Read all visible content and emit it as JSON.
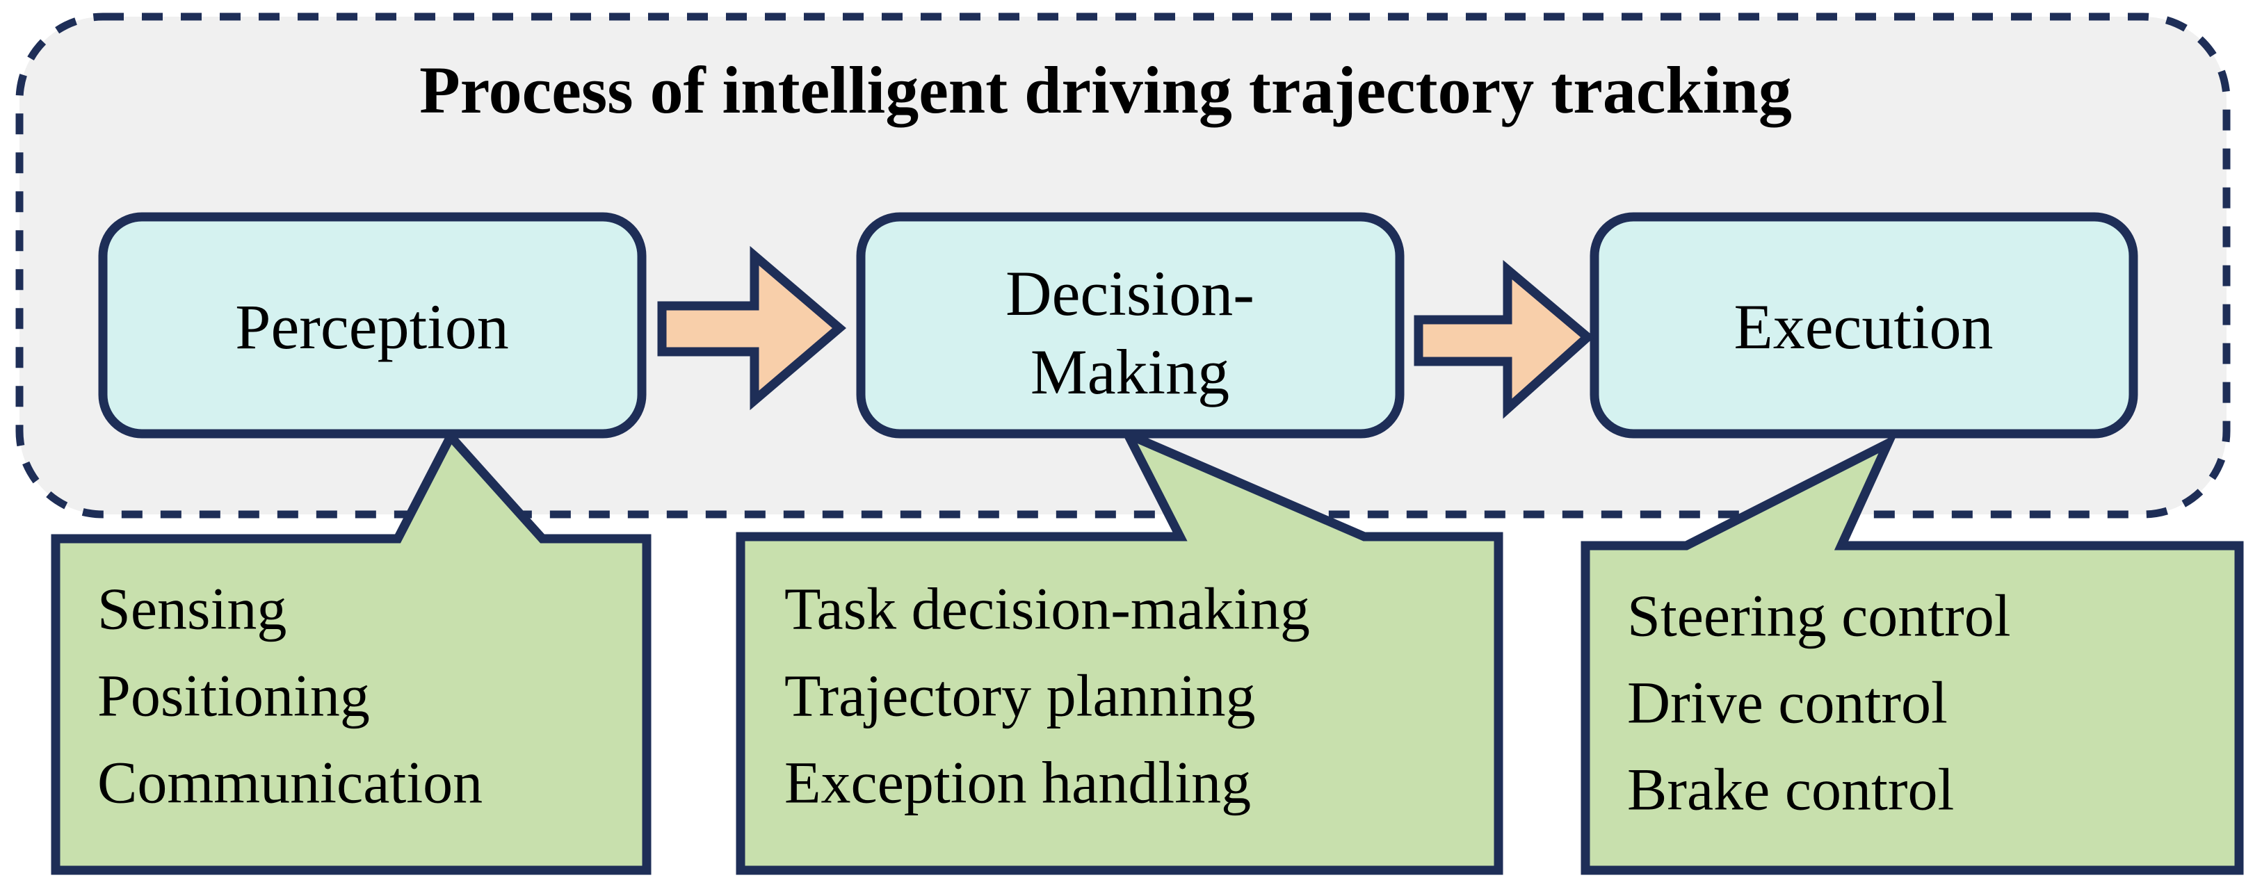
{
  "diagram": {
    "title": "Process of intelligent driving trajectory tracking",
    "colors": {
      "page_background": "#FFFFFF",
      "container_fill": "#F0F0F0",
      "outline": "#1E2E57",
      "stage_box_fill": "#D5F2F0",
      "arrow_fill": "#F8CFAA",
      "callout_fill": "#C8E0AD",
      "text": "#000000"
    },
    "stages": [
      {
        "id": "perception",
        "label": "Perception",
        "label_lines": [
          "Perception"
        ]
      },
      {
        "id": "decision-making",
        "label": "Decision-Making",
        "label_lines": [
          "Decision-",
          "Making"
        ]
      },
      {
        "id": "execution",
        "label": "Execution",
        "label_lines": [
          "Execution"
        ]
      }
    ],
    "connectors": [
      {
        "id": "arrow-perception-to-decision",
        "icon": "right-arrow-icon",
        "from": "perception",
        "to": "decision-making"
      },
      {
        "id": "arrow-decision-to-execution",
        "icon": "right-arrow-icon",
        "from": "decision-making",
        "to": "execution"
      }
    ],
    "callouts": [
      {
        "id": "callout-perception",
        "points_to": "perception",
        "items": [
          "Sensing",
          "Positioning",
          "Communication"
        ]
      },
      {
        "id": "callout-decision",
        "points_to": "decision-making",
        "items": [
          "Task decision-making",
          "Trajectory planning",
          "Exception handling"
        ]
      },
      {
        "id": "callout-execution",
        "points_to": "execution",
        "items": [
          "Steering control",
          "Drive control",
          "Brake control"
        ]
      }
    ]
  }
}
